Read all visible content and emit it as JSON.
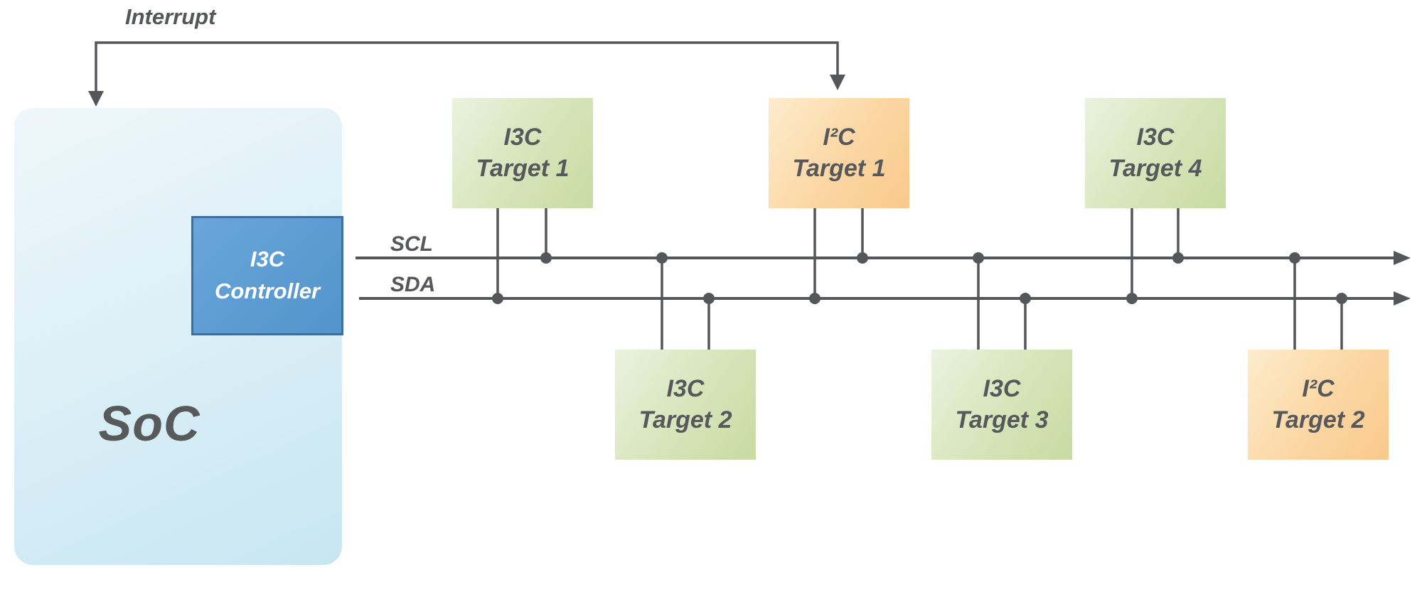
{
  "soc": {
    "label": "SoC"
  },
  "controller": {
    "line1": "I3C",
    "line2": "Controller"
  },
  "interrupt": {
    "label": "Interrupt"
  },
  "bus": {
    "scl_label": "SCL",
    "sda_label": "SDA"
  },
  "targets": [
    {
      "id": "i3c-target-1",
      "type": "I3C",
      "row": "top",
      "line1": "I3C",
      "line2": "Target 1"
    },
    {
      "id": "i2c-target-1",
      "type": "I2C",
      "row": "top",
      "line1": "I²C",
      "line2": "Target 1"
    },
    {
      "id": "i3c-target-4",
      "type": "I3C",
      "row": "top",
      "line1": "I3C",
      "line2": "Target 4"
    },
    {
      "id": "i3c-target-2",
      "type": "I3C",
      "row": "bottom",
      "line1": "I3C",
      "line2": "Target 2"
    },
    {
      "id": "i3c-target-3",
      "type": "I3C",
      "row": "bottom",
      "line1": "I3C",
      "line2": "Target 3"
    },
    {
      "id": "i2c-target-2",
      "type": "I2C",
      "row": "bottom",
      "line1": "I²C",
      "line2": "Target 2"
    }
  ],
  "colors": {
    "line_gray": "#54565a",
    "text_gray": "#57585b",
    "i3c_green": "#cfe0ad",
    "i2c_orange": "#fbd6a2",
    "controller_blue": "#5b9bd5",
    "controller_border": "#3c6ea0",
    "soc_blue": "#cfe9f4"
  }
}
